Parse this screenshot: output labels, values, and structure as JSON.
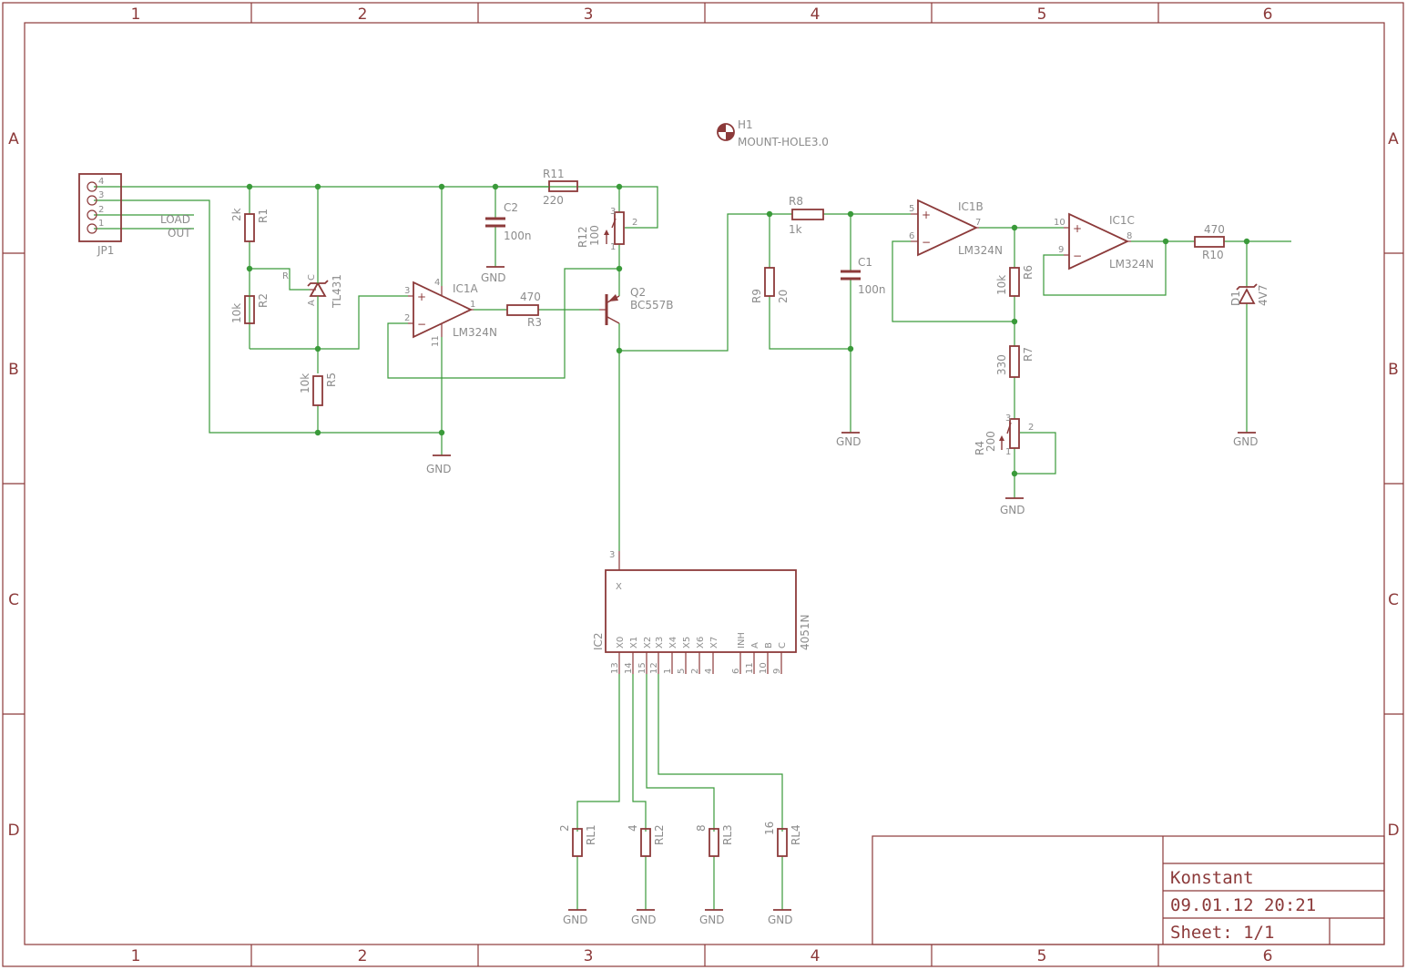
{
  "frame": {
    "columns": [
      "1",
      "2",
      "3",
      "4",
      "5",
      "6"
    ],
    "rows": [
      "A",
      "B",
      "C",
      "D"
    ]
  },
  "title_block": {
    "title": "Konstant",
    "date": "09.01.12 20:21",
    "sheet": "Sheet: 1/1"
  },
  "parts": {
    "jp1": {
      "name": "JP1",
      "pins": [
        "4",
        "3",
        "2",
        "1"
      ],
      "labels": [
        "LOAD",
        "OUT"
      ]
    },
    "h1": {
      "name": "H1",
      "value": "MOUNT-HOLE3.0"
    },
    "r1": {
      "name": "R1",
      "value": "2k"
    },
    "r2": {
      "name": "R2",
      "value": "10k"
    },
    "r5": {
      "name": "R5",
      "value": "10k"
    },
    "tl431": {
      "value": "TL431",
      "pin_r": "R",
      "pin_a": "A",
      "pin_c": "C"
    },
    "ic1a": {
      "name": "IC1A",
      "value": "LM324N",
      "p3": "3",
      "p2": "2",
      "p1": "1",
      "p4": "4",
      "p11": "11"
    },
    "c2": {
      "name": "C2",
      "value": "100n"
    },
    "r11": {
      "name": "R11",
      "value": "220"
    },
    "r12": {
      "name": "R12",
      "value": "100",
      "p3": "3",
      "p2": "2",
      "p1": "1"
    },
    "r3": {
      "name": "R3",
      "value": "470"
    },
    "q2": {
      "name": "Q2",
      "value": "BC557B"
    },
    "load_label": "LOAD",
    "r8": {
      "name": "R8",
      "value": "1k"
    },
    "r9": {
      "name": "R9",
      "value": "20"
    },
    "c1": {
      "name": "C1",
      "value": "100n"
    },
    "ic1b": {
      "name": "IC1B",
      "value": "LM324N",
      "p5": "5",
      "p6": "6",
      "p7": "7"
    },
    "r6": {
      "name": "R6",
      "value": "10k"
    },
    "r7": {
      "name": "R7",
      "value": "330"
    },
    "r4": {
      "name": "R4",
      "value": "200",
      "p3": "3",
      "p2": "2",
      "p1": "1"
    },
    "ic1c": {
      "name": "IC1C",
      "value": "LM324N",
      "p10": "10",
      "p9": "9",
      "p8": "8"
    },
    "r10": {
      "name": "R10",
      "value": "470"
    },
    "d1": {
      "name": "D1",
      "value": "4V7"
    },
    "out_label": "OUT",
    "ic2": {
      "name": "IC2",
      "value": "4051N",
      "x_pin": "X",
      "x_pin_num": "3",
      "bottom_pins": [
        {
          "label": "X0",
          "num": "13"
        },
        {
          "label": "X1",
          "num": "14"
        },
        {
          "label": "X2",
          "num": "15"
        },
        {
          "label": "X3",
          "num": "12"
        },
        {
          "label": "X4",
          "num": "1"
        },
        {
          "label": "X5",
          "num": "5"
        },
        {
          "label": "X6",
          "num": "2"
        },
        {
          "label": "X7",
          "num": "4"
        },
        {
          "label": "INH",
          "num": "6"
        },
        {
          "label": "A",
          "num": "11"
        },
        {
          "label": "B",
          "num": "10"
        },
        {
          "label": "C",
          "num": "9"
        }
      ]
    },
    "rl1": {
      "name": "RL1",
      "value": "2"
    },
    "rl2": {
      "name": "RL2",
      "value": "4"
    },
    "rl3": {
      "name": "RL3",
      "value": "8"
    },
    "rl4": {
      "name": "RL4",
      "value": "16"
    }
  },
  "gnd_label": "GND"
}
